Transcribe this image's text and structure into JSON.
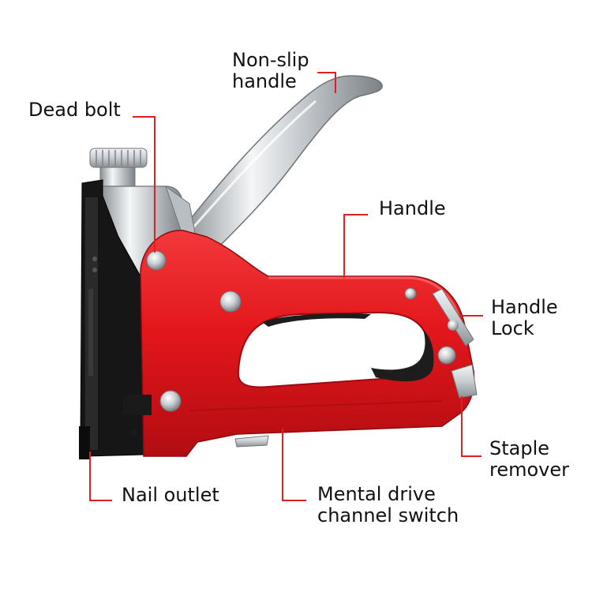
{
  "labels": {
    "non_slip_handle": [
      "Non-slip",
      "handle"
    ],
    "dead_bolt": "Dead bolt",
    "handle": "Handle",
    "handle_lock": [
      "Handle",
      "Lock"
    ],
    "staple_remover": [
      "Staple",
      "remover"
    ],
    "nail_outlet": "Nail outlet",
    "drive_switch": [
      "Mental drive",
      "channel switch"
    ]
  },
  "colors": {
    "body_red": "#e2161b",
    "body_red_dark": "#a80c10",
    "steel": "#cfd3d6",
    "black": "#151515",
    "leader": "#e02020",
    "text": "#111111",
    "background": "#ffffff"
  }
}
